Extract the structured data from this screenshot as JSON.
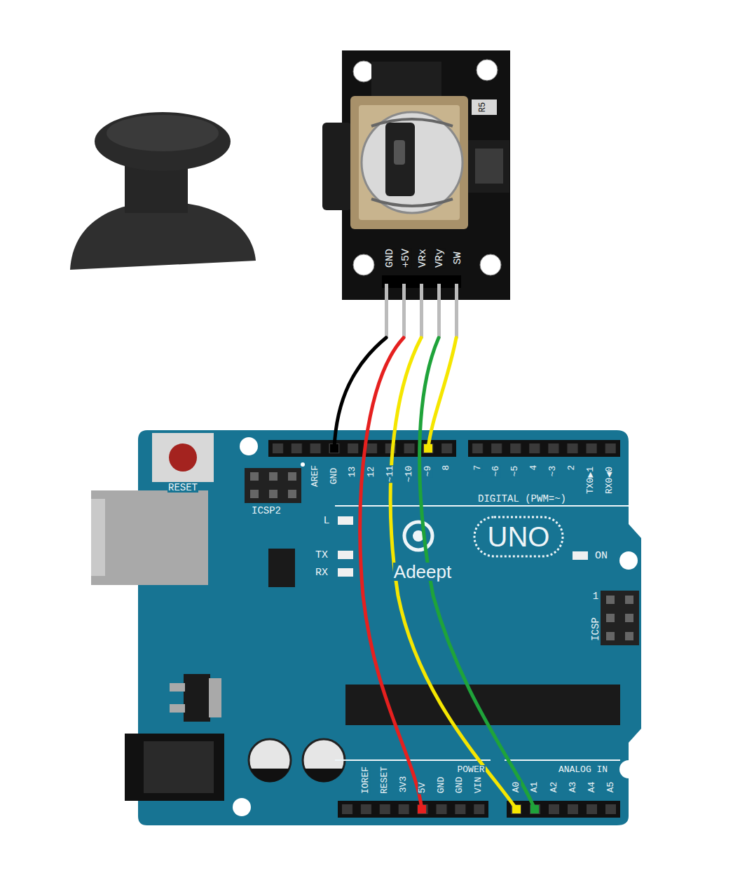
{
  "diagram": {
    "labels": [
      "GND",
      "+5V",
      "VRx",
      "VRy",
      "SW",
      "R5",
      "RESET",
      "ICSP2",
      "AREF",
      "GND",
      "13",
      "12",
      "~11",
      "~10",
      "~9",
      "8",
      "7",
      "~6",
      "~5",
      "4",
      "~3",
      "2",
      "TX0▶1",
      "RX0◀0",
      "DIGITAL (PWM=~)",
      "L",
      "TX",
      "RX",
      "UNO",
      "Adeept",
      "ON",
      "1",
      "ICSP",
      "POWER",
      "ANALOG IN",
      "IOREF",
      "RESET",
      "3V3",
      "5V",
      "GND",
      "GND",
      "VIN",
      "A0",
      "A1",
      "A2",
      "A3",
      "A4",
      "A5"
    ]
  }
}
